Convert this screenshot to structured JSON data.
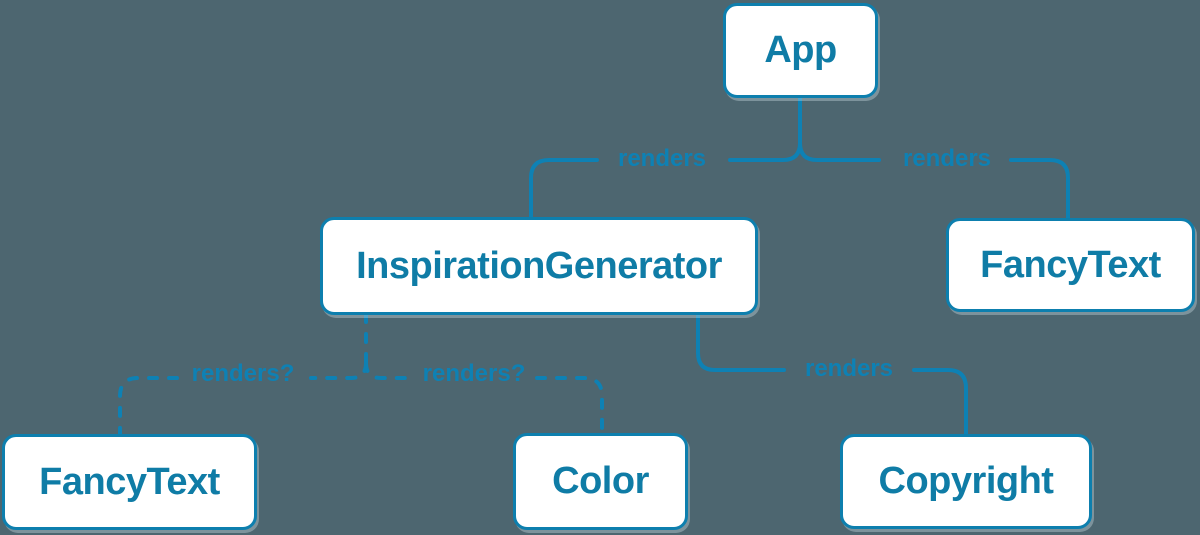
{
  "diagram": {
    "type": "tree",
    "description": "React component render tree",
    "background_color": "#4d6670",
    "accent_color": "#0e81b4",
    "node_fill_color": "#ffffff",
    "node_text_color": "#0f7ca6"
  },
  "nodes": [
    {
      "id": "app",
      "label": "App"
    },
    {
      "id": "inspiration-generator",
      "label": "InspirationGenerator"
    },
    {
      "id": "fancy-text-top",
      "label": "FancyText"
    },
    {
      "id": "fancy-text-bottom",
      "label": "FancyText"
    },
    {
      "id": "color",
      "label": "Color"
    },
    {
      "id": "copyright",
      "label": "Copyright"
    }
  ],
  "edges": [
    {
      "from": "App",
      "to": "InspirationGenerator",
      "label": "renders",
      "style": "solid"
    },
    {
      "from": "App",
      "to": "FancyText",
      "label": "renders",
      "style": "solid"
    },
    {
      "from": "InspirationGenerator",
      "to": "Copyright",
      "label": "renders",
      "style": "solid"
    },
    {
      "from": "InspirationGenerator",
      "to": "FancyText",
      "label": "renders?",
      "style": "dashed"
    },
    {
      "from": "InspirationGenerator",
      "to": "Color",
      "label": "renders?",
      "style": "dashed"
    }
  ]
}
